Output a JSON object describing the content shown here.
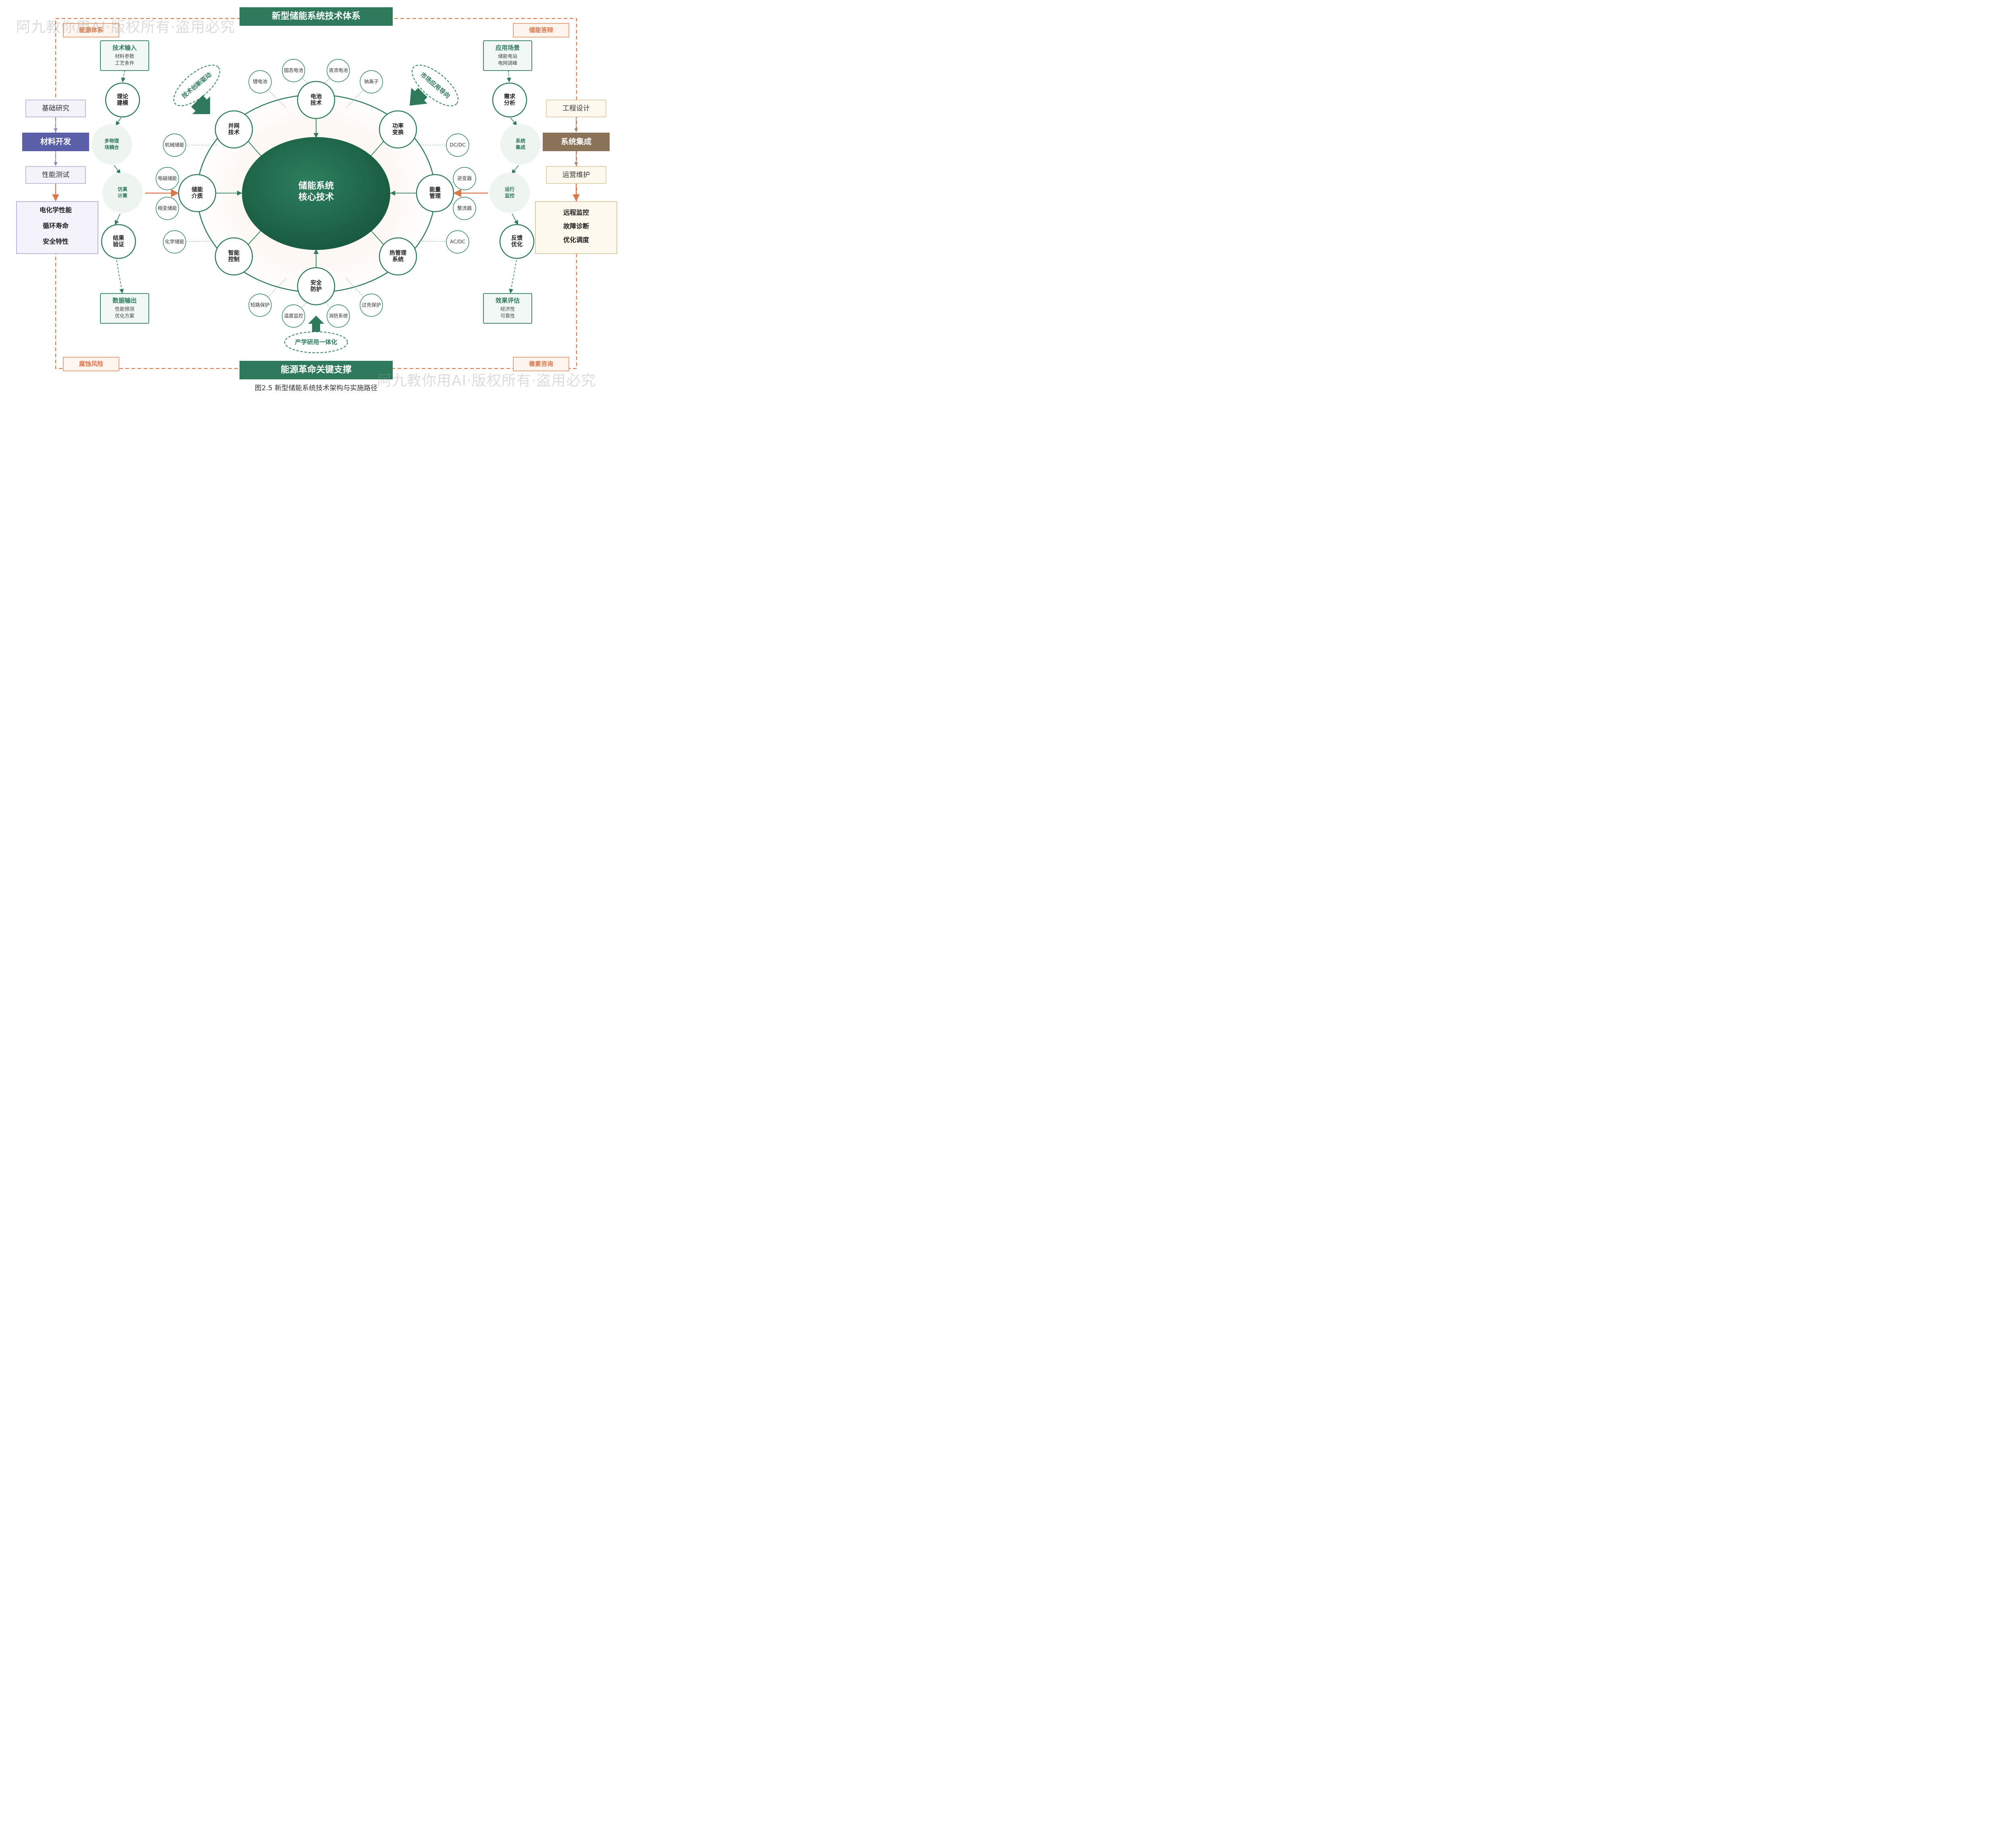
{
  "title": "新型储能系统技术体系",
  "bottom_title": "能源革命关键支撑",
  "caption": "图2.5 新型储能系统技术架构与实施路径",
  "watermark": "阿九教你用AI·版权所有·盗用必究",
  "corners": {
    "top_left": "能源体系",
    "top_right": "储能答辩",
    "bottom_left": "腐蚀风险",
    "bottom_right": "橡素咨询"
  },
  "center": {
    "line1": "储能系统",
    "line2": "核心技术"
  },
  "ring_nodes": [
    {
      "id": "battery",
      "line1": "电池",
      "line2": "技术"
    },
    {
      "id": "grid",
      "line1": "并网",
      "line2": "技术"
    },
    {
      "id": "power",
      "line1": "功率",
      "line2": "变换"
    },
    {
      "id": "medium",
      "line1": "储能",
      "line2": "介质"
    },
    {
      "id": "energy",
      "line1": "能量",
      "line2": "管理"
    },
    {
      "id": "control",
      "line1": "智能",
      "line2": "控制"
    },
    {
      "id": "thermal",
      "line1": "热管理",
      "line2": "系统"
    },
    {
      "id": "safety",
      "line1": "安全",
      "line2": "防护"
    }
  ],
  "satellites": [
    "锂电池",
    "固态电池",
    "液流电池",
    "钠离子",
    "机械储能",
    "DC/DC",
    "电磁储能",
    "逆变器",
    "相变储能",
    "整流器",
    "化学储能",
    "AC/DC",
    "短路保护",
    "温度监控",
    "消防系统",
    "过充保护"
  ],
  "drivers": {
    "tech": "技术创新驱动",
    "market": "市场应用导向",
    "industry": "产学研用一体化"
  },
  "left_flow": {
    "input": {
      "title": "技术输入",
      "line1": "材料参数",
      "line2": "工艺条件"
    },
    "theory": {
      "line1": "理论",
      "line2": "建模"
    },
    "multi": {
      "line1": "多物理",
      "line2": "场耦合"
    },
    "sim": {
      "line1": "仿真",
      "line2": "计算"
    },
    "verify": {
      "line1": "结果",
      "line2": "验证"
    },
    "output": {
      "title": "数据输出",
      "line1": "性能预测",
      "line2": "优化方案"
    }
  },
  "right_flow": {
    "input": {
      "title": "应用场景",
      "line1": "储能电站",
      "line2": "电网调峰"
    },
    "demand": {
      "line1": "需求",
      "line2": "分析"
    },
    "sys": {
      "line1": "系统",
      "line2": "集成"
    },
    "run": {
      "line1": "运行",
      "line2": "监控"
    },
    "feedback": {
      "line1": "反馈",
      "line2": "优化"
    },
    "output": {
      "title": "效果评估",
      "line1": "经济性",
      "line2": "可靠性"
    }
  },
  "left_stack": {
    "top": "基础研究",
    "main": "材料开发",
    "mid": "性能测试",
    "items": [
      "电化学性能",
      "循环寿命",
      "安全特性"
    ]
  },
  "right_stack": {
    "top": "工程设计",
    "main": "系统集成",
    "mid": "运营维护",
    "items": [
      "远程监控",
      "故障诊断",
      "优化调度"
    ]
  },
  "colors": {
    "green": "#2f7a5c",
    "dark_green": "#1e6a4c",
    "orange": "#d9774d",
    "purple": "#5a5fa8",
    "brown": "#8b7359"
  }
}
